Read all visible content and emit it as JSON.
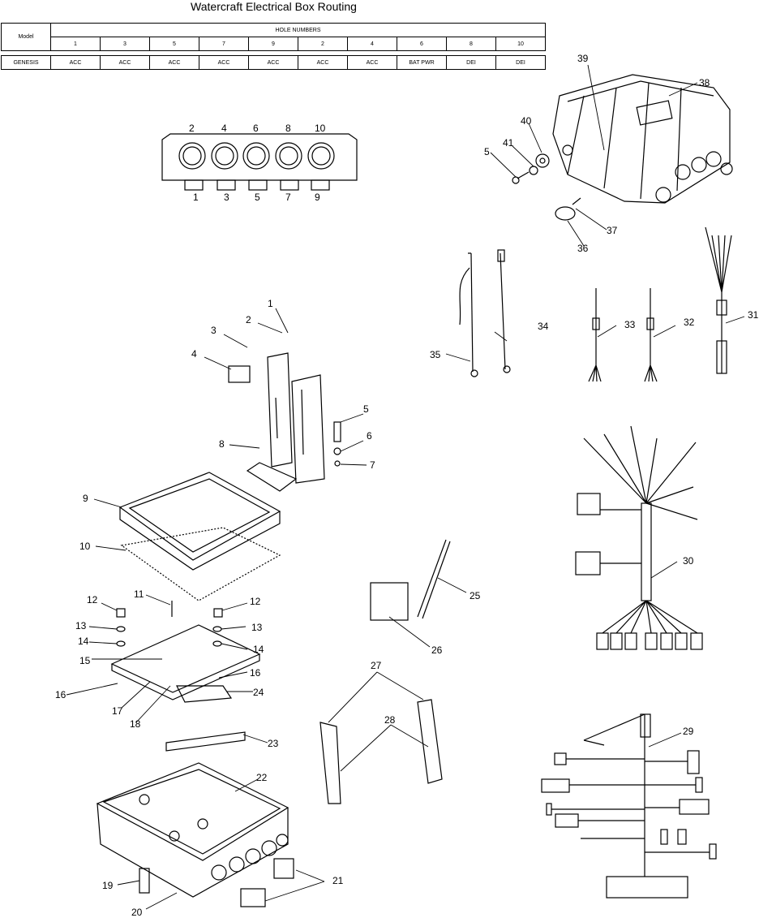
{
  "title": "Watercraft Electrical Box Routing",
  "table": {
    "model_header": "Model",
    "hole_header": "HOLE NUMBERS",
    "hole_numbers": [
      "1",
      "3",
      "5",
      "7",
      "9",
      "2",
      "4",
      "6",
      "8",
      "10"
    ],
    "rows": [
      {
        "model": "GENESIS",
        "values": [
          "ACC",
          "ACC",
          "ACC",
          "ACC",
          "ACC",
          "ACC",
          "ACC",
          "BAT PWR",
          "DEI",
          "DEI"
        ]
      }
    ]
  },
  "hole_labels_top": [
    "2",
    "4",
    "6",
    "8",
    "10"
  ],
  "hole_labels_bottom": [
    "1",
    "3",
    "5",
    "7",
    "9"
  ],
  "callouts": [
    "1",
    "2",
    "3",
    "4",
    "5",
    "6",
    "7",
    "8",
    "9",
    "10",
    "11",
    "12",
    "13",
    "14",
    "15",
    "16",
    "17",
    "18",
    "19",
    "20",
    "21",
    "22",
    "23",
    "24",
    "25",
    "26",
    "27",
    "28",
    "29",
    "30",
    "31",
    "32",
    "33",
    "34",
    "35",
    "36",
    "37",
    "38",
    "39",
    "40",
    "41"
  ],
  "callouts_repeat": {
    "n5": "5",
    "n12": "12",
    "n13": "13",
    "n14": "14",
    "n16": "16"
  }
}
